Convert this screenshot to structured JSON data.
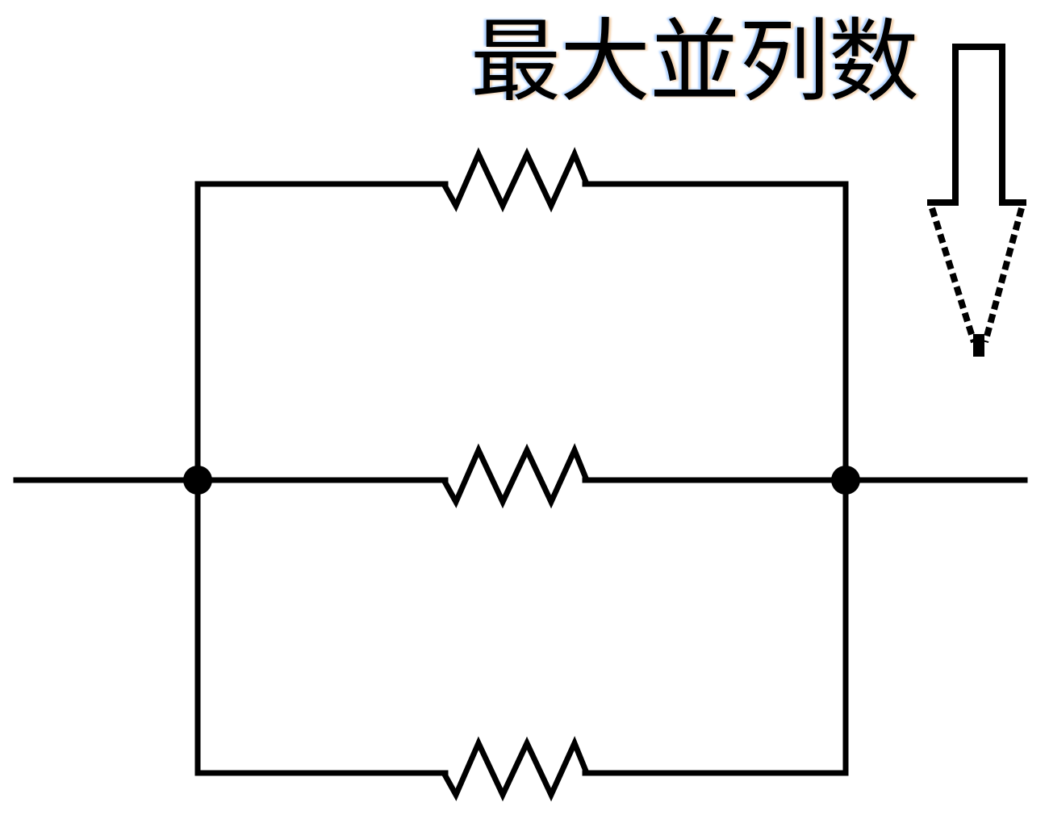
{
  "annotation": {
    "label": "最大並列数"
  },
  "colors": {
    "background": "#ffffff",
    "line": "#000000",
    "label_text": "#000000",
    "fringe_blue": "#509be0",
    "fringe_orange": "#e1913c"
  },
  "diagram": {
    "type": "circuit-schematic",
    "branches": [
      {
        "position": "top",
        "component": "resistor"
      },
      {
        "position": "middle",
        "component": "resistor"
      },
      {
        "position": "bottom",
        "component": "resistor"
      }
    ],
    "junctions": [
      {
        "side": "left"
      },
      {
        "side": "right"
      }
    ],
    "icons": [
      {
        "name": "down-arrow-icon",
        "style": "hollow block arrow, dashed head outline"
      },
      {
        "name": "resistor-zigzag-icon",
        "count": 3
      }
    ]
  }
}
